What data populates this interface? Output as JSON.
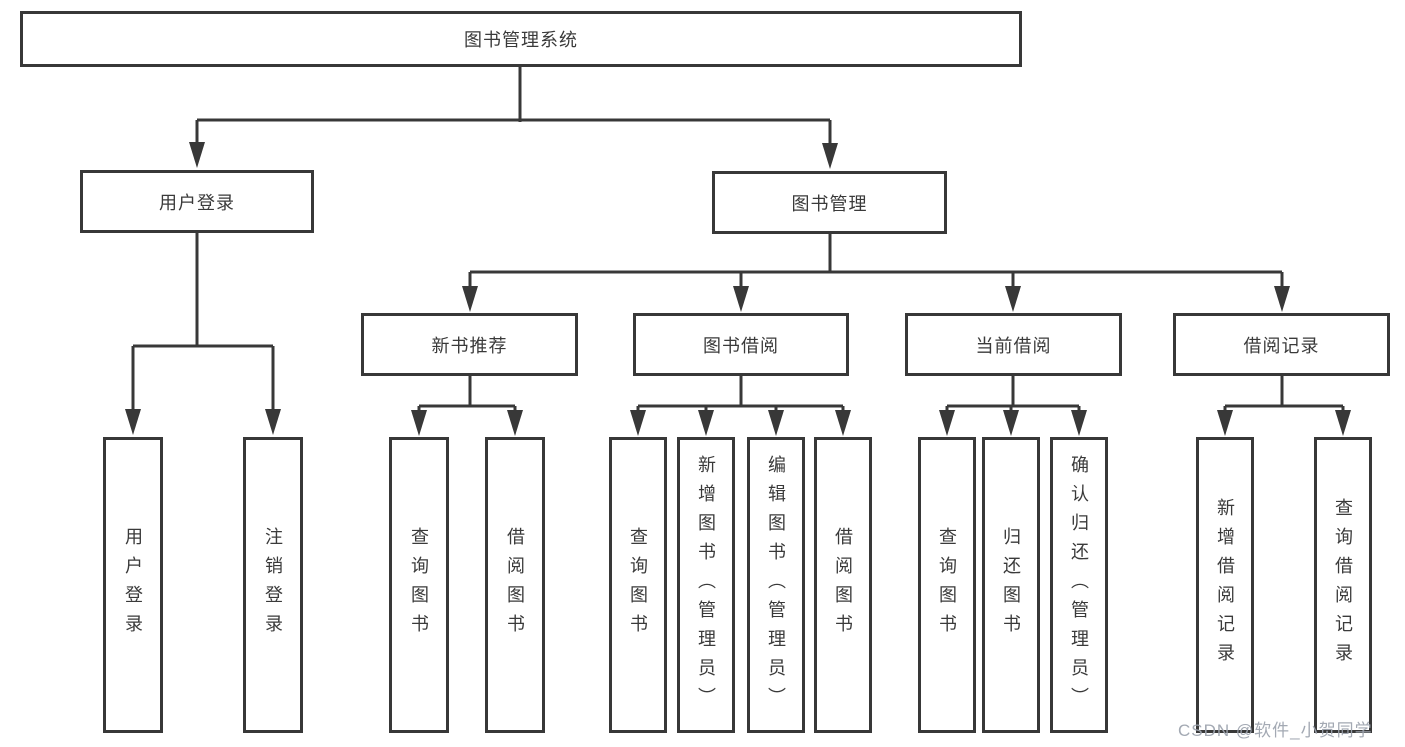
{
  "root": {
    "label": "图书管理系统"
  },
  "branches": [
    {
      "label": "用户登录",
      "children": [
        {
          "label": "用户登录"
        },
        {
          "label": "注销登录"
        }
      ]
    },
    {
      "label": "图书管理",
      "groups": [
        {
          "label": "新书推荐",
          "children": [
            {
              "label": "查询图书"
            },
            {
              "label": "借阅图书"
            }
          ]
        },
        {
          "label": "图书借阅",
          "children": [
            {
              "label": "查询图书"
            },
            {
              "label": "新增图书（管理员）"
            },
            {
              "label": "编辑图书（管理员）"
            },
            {
              "label": "借阅图书"
            }
          ]
        },
        {
          "label": "当前借阅",
          "children": [
            {
              "label": "查询图书"
            },
            {
              "label": "归还图书"
            },
            {
              "label": "确认归还（管理员）"
            }
          ]
        },
        {
          "label": "借阅记录",
          "children": [
            {
              "label": "新增借阅记录"
            },
            {
              "label": "查询借阅记录"
            }
          ]
        }
      ]
    }
  ],
  "watermark": "CSDN @软件_小贺同学",
  "colors": {
    "line": "#383838",
    "text": "#3a3a3a",
    "watermark": "#9ea4af"
  }
}
